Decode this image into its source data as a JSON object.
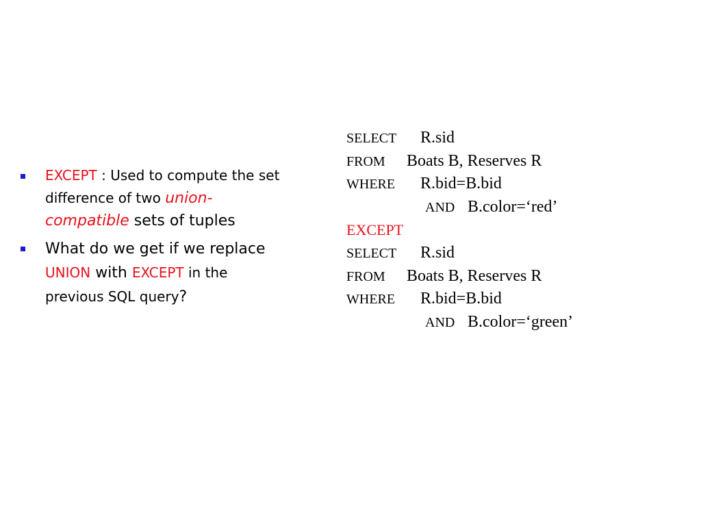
{
  "bullets": {
    "item1": {
      "except_kw": "EXCEPT",
      "text_a": " : Used to compute the  set",
      "text_b": "difference of two ",
      "union_compat_a": "union-",
      "union_compat_b": "compatible",
      "text_c": " sets of tuples"
    },
    "item2": {
      "text_a": "What do we get if we replace",
      "union_kw": "UNION",
      "with": " with ",
      "except_kw": "EXCEPT",
      "text_b": " in the",
      "text_c": "previous SQL query",
      "qmark": "?"
    }
  },
  "sql": {
    "q1": {
      "select_kw": "SELECT",
      "select_val": "R.sid",
      "from_kw": "FROM",
      "from_val": "Boats B, Reserves R",
      "where_kw": "WHERE",
      "where_val": "R.bid=B.bid",
      "and_kw": "AND",
      "and_val": "B.color=‘red’"
    },
    "except_kw": "EXCEPT",
    "q2": {
      "select_kw": "SELECT",
      "select_val": "R.sid",
      "from_kw": "FROM",
      "from_val": "Boats B, Reserves R",
      "where_kw": "WHERE",
      "where_val": "R.bid=B.bid",
      "and_kw": "AND",
      "and_val": "B.color=‘green’"
    }
  },
  "colors": {
    "accent_red": "#e8101c",
    "bullet_blue": "#1a1ad6"
  }
}
